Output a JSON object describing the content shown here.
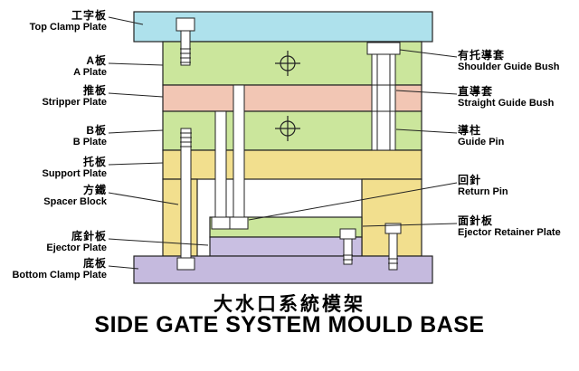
{
  "title": {
    "zh": "大水口系統模架",
    "en": "SIDE GATE SYSTEM MOULD BASE"
  },
  "left_labels": [
    {
      "zh": "工字板",
      "en": "Top Clamp Plate"
    },
    {
      "zh": "A板",
      "en": "A Plate"
    },
    {
      "zh": "推板",
      "en": "Stripper Plate"
    },
    {
      "zh": "B板",
      "en": "B Plate"
    },
    {
      "zh": "托板",
      "en": "Support Plate"
    },
    {
      "zh": "方鐵",
      "en": "Spacer Block"
    },
    {
      "zh": "底針板",
      "en": "Ejector Plate"
    },
    {
      "zh": "底板",
      "en": "Bottom Clamp Plate"
    }
  ],
  "right_labels": [
    {
      "zh": "有托導套",
      "en": "Shoulder Guide Bush"
    },
    {
      "zh": "直導套",
      "en": "Straight Guide Bush"
    },
    {
      "zh": "導柱",
      "en": "Guide Pin"
    },
    {
      "zh": "回針",
      "en": "Return Pin"
    },
    {
      "zh": "面針板",
      "en": "Ejector Retainer Plate"
    }
  ],
  "colors": {
    "top_clamp_plate": "#aee1ec",
    "a_plate": "#cbe69c",
    "stripper_plate": "#f2c6b4",
    "b_plate": "#cbe69c",
    "support_plate": "#f2df8e",
    "spacer_block": "#f2df8e",
    "ejector_retainer_plate": "#cbe69c",
    "ejector_plate": "#c9bfe2",
    "bottom_clamp_plate": "#c5bade",
    "hardware": "#ffffff",
    "outline": "#222222"
  }
}
